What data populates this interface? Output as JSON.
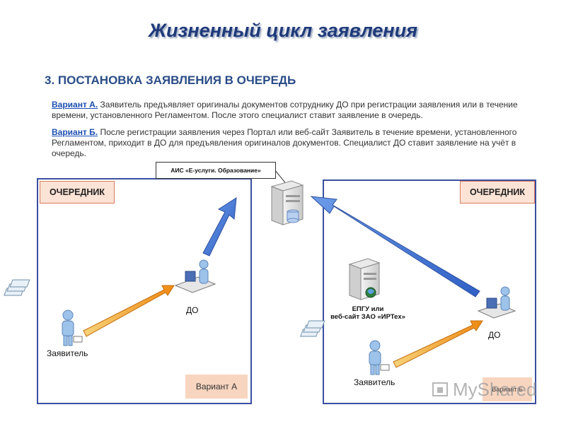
{
  "title": "Жизненный цикл заявления",
  "section_heading": "3. ПОСТАНОВКА ЗАЯВЛЕНИЯ В ОЧЕРЕДЬ",
  "variant_a": {
    "link": "Вариант А.",
    "text": " Заявитель предъявляет оригиналы документов сотруднику ДО при регистрации заявления или в течение времени, установленного Регламентом. После этого специалист ставит заявление в очередь."
  },
  "variant_b": {
    "link": "Вариант Б.",
    "text": " После регистрации заявления через Портал или веб-сайт Заявитель в течение времени, установленного Регламентом, приходит в ДО для предъявления оригиналов документов. Специалист ДО ставит заявление на учёт в очередь."
  },
  "callout_ais": "АИС «Е-услуги. Образование»",
  "panel_a": {
    "queue_label": "ОЧЕРЕДНИК",
    "do_label": "ДО",
    "applicant_label": "Заявитель",
    "variant_label": "Вариант А"
  },
  "panel_b": {
    "queue_label": "ОЧЕРЕДНИК",
    "epgu_line1": "ЕПГУ или",
    "epgu_line2": "веб-сайт ЗАО «ИРТех»",
    "do_label": "ДО",
    "applicant_label": "Заявитель",
    "variant_label": "Вариант Б"
  },
  "watermark": "MyShared",
  "colors": {
    "title": "#1f3a7a",
    "heading": "#2a4c86",
    "panel_border": "#3a4fa0",
    "arrow_blue": "#3f6fd1",
    "arrow_orange": "#f39a1e",
    "queue_label_bg": "#fbe3d6",
    "person": "#8fb8e0"
  }
}
